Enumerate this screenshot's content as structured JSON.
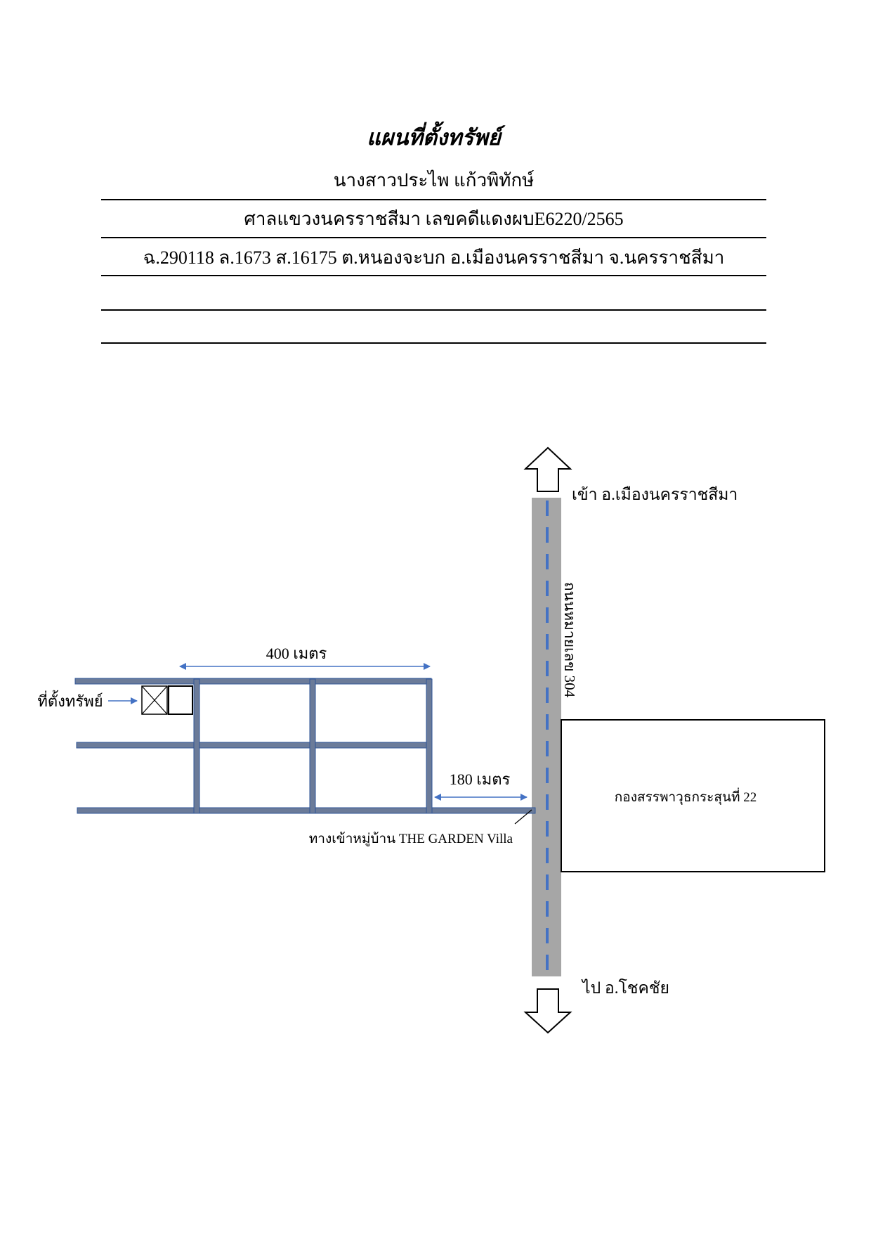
{
  "document": {
    "title": "แผนที่ตั้งทรัพย์",
    "owner": "นางสาวประไพ แก้วพิทักษ์",
    "court_case": "ศาลแขวงนครราชสีมา เลขคดีแดงผบE6220/2565",
    "deed_info": "ฉ.290118 ล.1673 ส.16175 ต.หนองจะบก อ.เมืองนครราชสีมา จ.นครราชสีมา"
  },
  "map": {
    "north_direction_label": "เข้า อ.เมืองนครราชสีมา",
    "south_direction_label": "ไป อ.โชคชัย",
    "main_road_label": "ถนนหมายเลข 304",
    "landmark_label": "กองสรรพาวุธกระสุนที่ 22",
    "property_label": "ที่ตั้งทรัพย์",
    "distance_along_lane": "400 เมตร",
    "distance_from_main_road": "180 เมตร",
    "entrance_label": "ทางเข้าหมู่บ้าน THE GARDEN Villa"
  },
  "colors": {
    "main_road": "#a6a6a6",
    "center_line": "#4472c4",
    "lane_fill": "#6b7b99",
    "lane_outline": "#2f5597",
    "dimension_arrow": "#4472c4"
  }
}
